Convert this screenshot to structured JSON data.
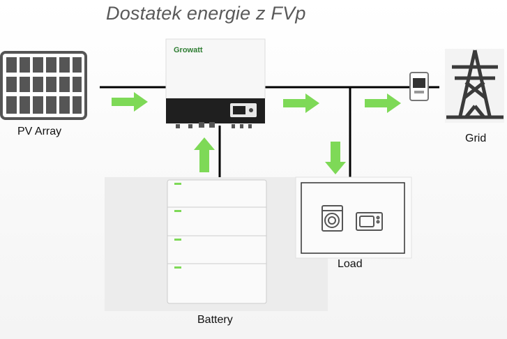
{
  "title": "Dostatek energie z FVp",
  "inverter_brand": "Growatt",
  "labels": {
    "pv_array": "PV Array",
    "grid": "Grid",
    "load": "Load",
    "battery": "Battery"
  },
  "colors": {
    "arrow": "#7ed957",
    "line": "#000000",
    "title": "#595959"
  },
  "icons": [
    "solar-panel-icon",
    "inverter-icon",
    "smart-meter-icon",
    "power-pylon-icon",
    "battery-stack-icon",
    "washing-machine-icon",
    "microwave-icon",
    "flow-arrow-icon"
  ]
}
